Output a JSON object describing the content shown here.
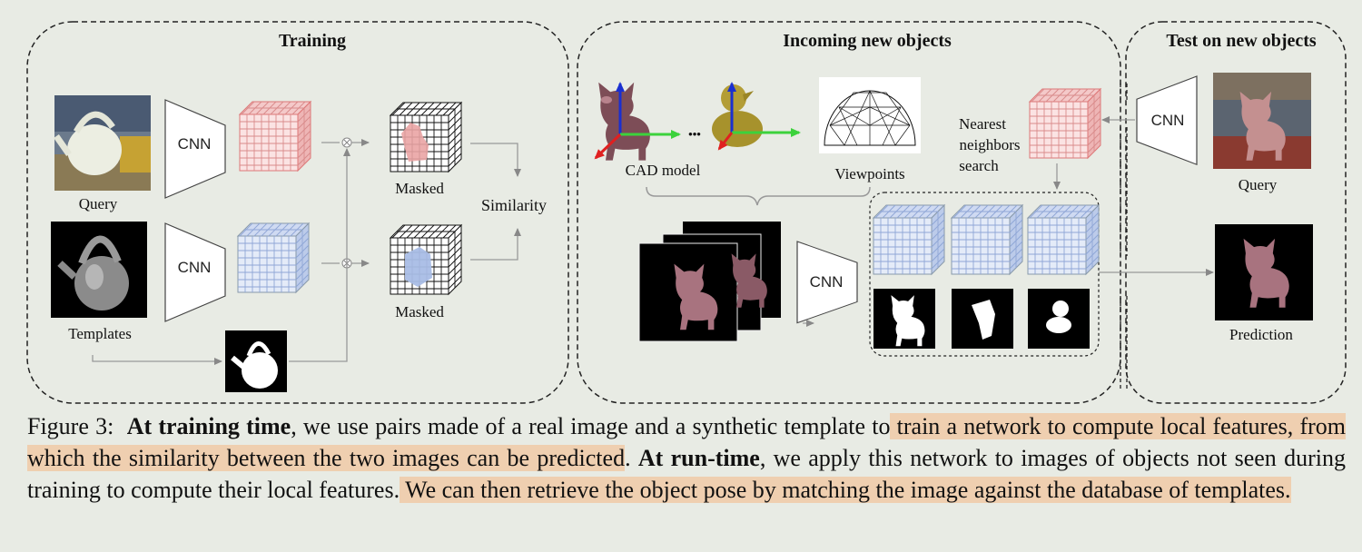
{
  "figure": {
    "panels": {
      "training": "Training",
      "incoming": "Incoming new objects",
      "test": "Test on new objects"
    },
    "labels": {
      "query": "Query",
      "templates": "Templates",
      "masked": "Masked",
      "similarity": "Similarity",
      "cad_model": "CAD model",
      "viewpoints": "Viewpoints",
      "ellipsis": "•••",
      "nn_line1": "Nearest",
      "nn_line2": "neighbors",
      "nn_line3": "search",
      "query_test": "Query",
      "prediction": "Prediction",
      "cnn": "CNN"
    },
    "colors": {
      "red_grid": "#e39a9a",
      "blue_grid": "#9fb6e0",
      "highlight": "#efcfb0",
      "background": "#e8ebe4"
    }
  },
  "caption": {
    "prefix": "Figure 3:",
    "bold1": "At training time",
    "text1": ", we use pairs made of a real image and a synthetic template to",
    "hl1": " train a network to compute local features, from which the similarity between the two images can be predicted",
    "text2": ". ",
    "bold2": "At run-time",
    "text3": ", we apply this network to images of objects not seen during training to compute their local features.",
    "hl2": "  We can then retrieve the object pose by matching the image against the database of templates."
  }
}
